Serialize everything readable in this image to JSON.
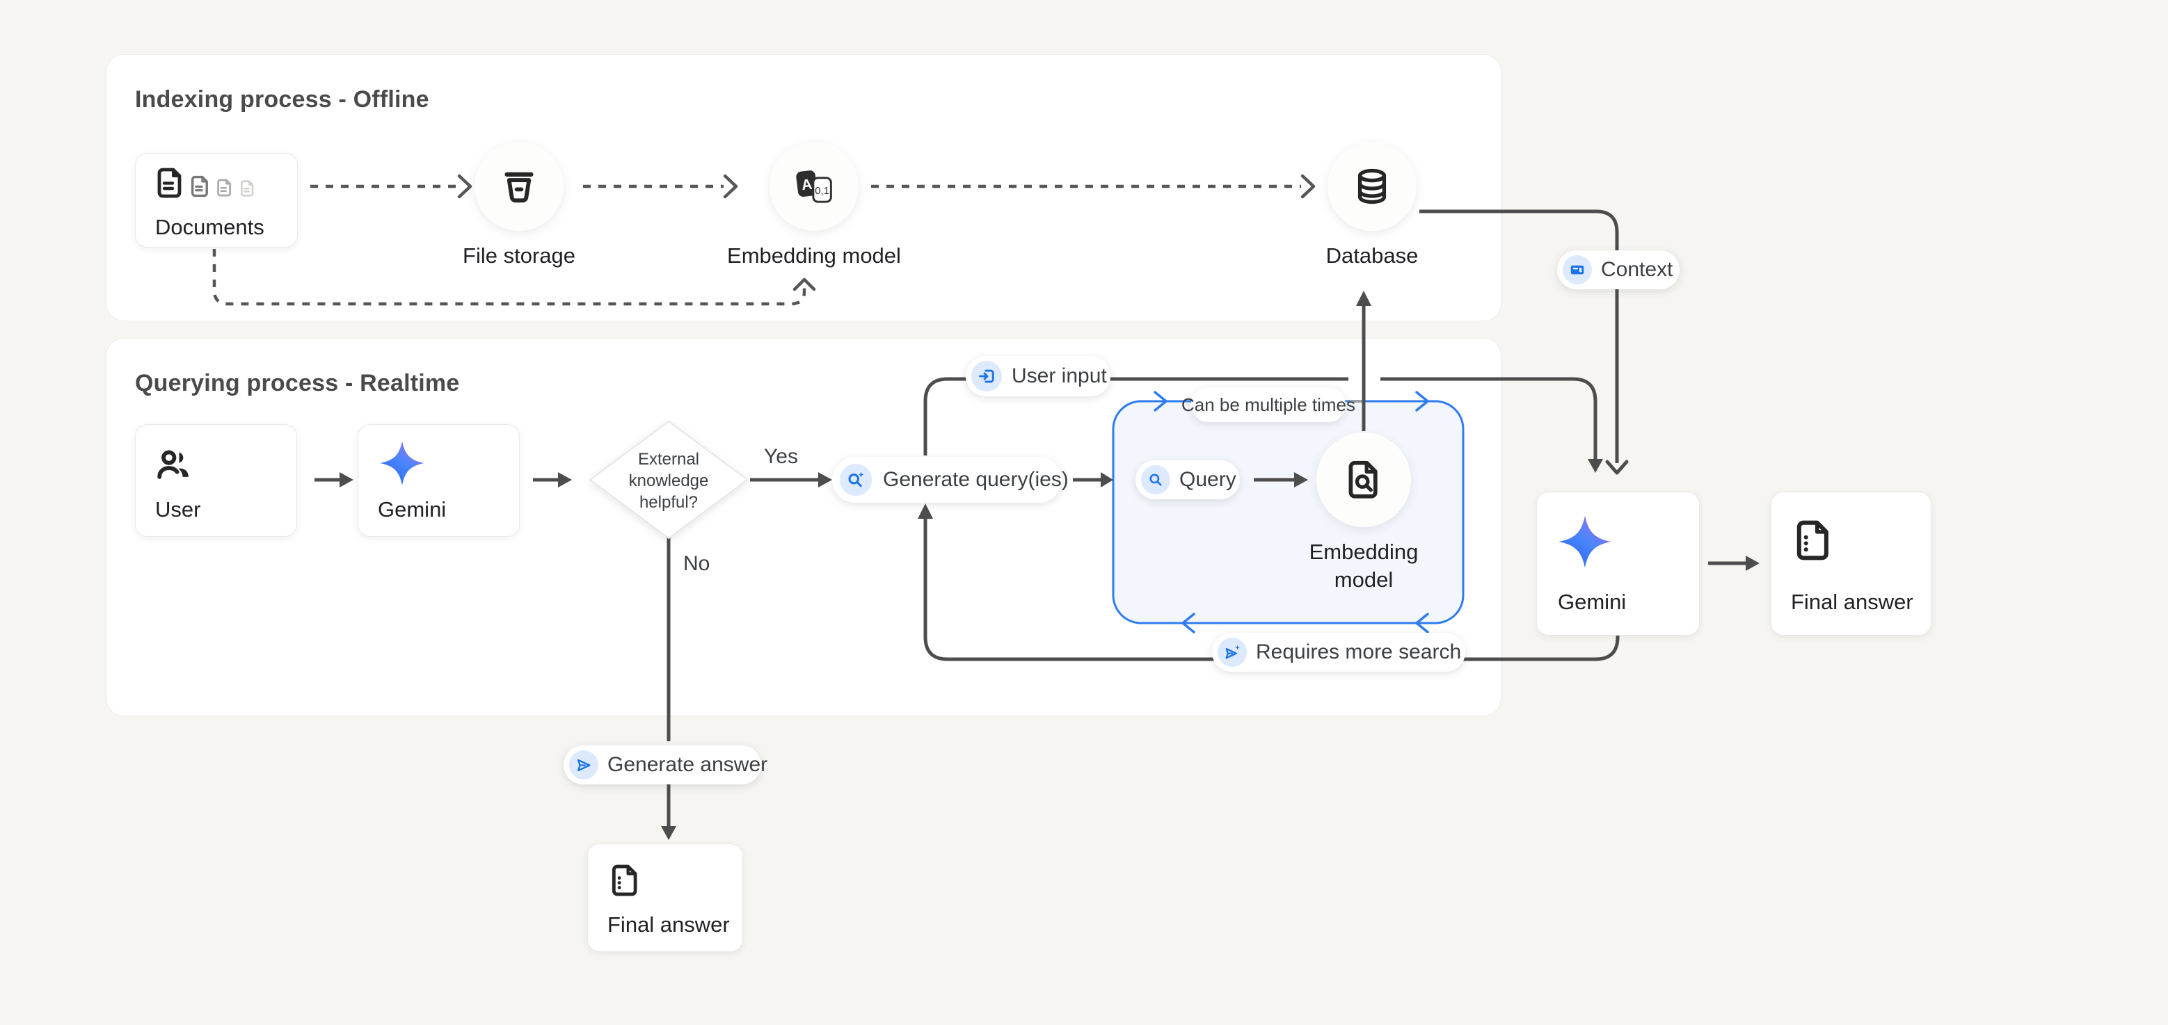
{
  "panels": {
    "indexing": {
      "title": "Indexing process - Offline"
    },
    "querying": {
      "title": "Querying process - Realtime"
    }
  },
  "nodes": {
    "documents": {
      "label": "Documents"
    },
    "file_storage": {
      "label": "File storage"
    },
    "embedding_model_indexing": {
      "label": "Embedding model"
    },
    "database": {
      "label": "Database"
    },
    "user": {
      "label": "User"
    },
    "gemini_left": {
      "label": "Gemini"
    },
    "decision": {
      "line1": "External",
      "line2": "knowledge",
      "line3": "helpful?"
    },
    "generate_queries": {
      "label": "Generate query(ies)"
    },
    "query": {
      "label": "Query"
    },
    "embedding_model_querying": {
      "line1": "Embedding",
      "line2": "model"
    },
    "gemini_right": {
      "label": "Gemini"
    },
    "final_answer_right": {
      "label": "Final answer"
    },
    "generate_answer": {
      "label": "Generate answer"
    },
    "final_answer_bottom": {
      "label": "Final answer"
    }
  },
  "badges": {
    "user_input": {
      "label": "User input"
    },
    "context": {
      "label": "Context"
    },
    "can_be_multiple_times": {
      "label": "Can be multiple times"
    },
    "requires_more_search": {
      "label": "Requires more search"
    }
  },
  "edge_labels": {
    "yes": "Yes",
    "no": "No"
  },
  "colors": {
    "accent_blue": "#1a73e8",
    "loop_box_border": "#2e7cf0",
    "loop_box_fill": "#f3f7fd",
    "icon_chip_bg": "#dde9fd",
    "connector": "#4d4d4d",
    "page_bg": "#f6f5f2",
    "panel_bg": "#ffffff",
    "gemini_gradient_start": "#2a63f6",
    "gemini_gradient_end": "#9b6ef5"
  }
}
